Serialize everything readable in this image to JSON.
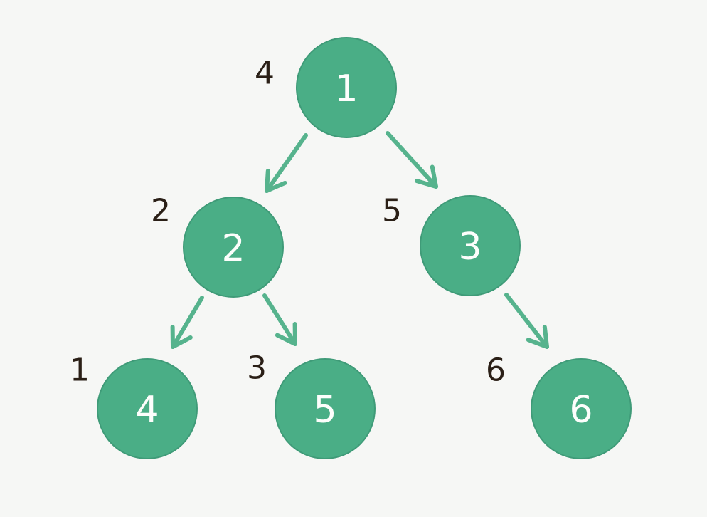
{
  "colors": {
    "node_fill": "#4aae86",
    "edge": "#56b38d",
    "node_text": "#fdfefc",
    "order_text": "#2a1f16",
    "background": "#f6f7f5"
  },
  "tree": {
    "nodes": [
      {
        "id": "n1",
        "label": "1",
        "order": "4"
      },
      {
        "id": "n2",
        "label": "2",
        "order": "2"
      },
      {
        "id": "n3",
        "label": "3",
        "order": "5"
      },
      {
        "id": "n4",
        "label": "4",
        "order": "1"
      },
      {
        "id": "n5",
        "label": "5",
        "order": "3"
      },
      {
        "id": "n6",
        "label": "6",
        "order": "6"
      }
    ],
    "edges": [
      {
        "from": "n1",
        "to": "n2"
      },
      {
        "from": "n1",
        "to": "n3"
      },
      {
        "from": "n2",
        "to": "n4"
      },
      {
        "from": "n2",
        "to": "n5"
      },
      {
        "from": "n3",
        "to": "n6"
      }
    ]
  }
}
